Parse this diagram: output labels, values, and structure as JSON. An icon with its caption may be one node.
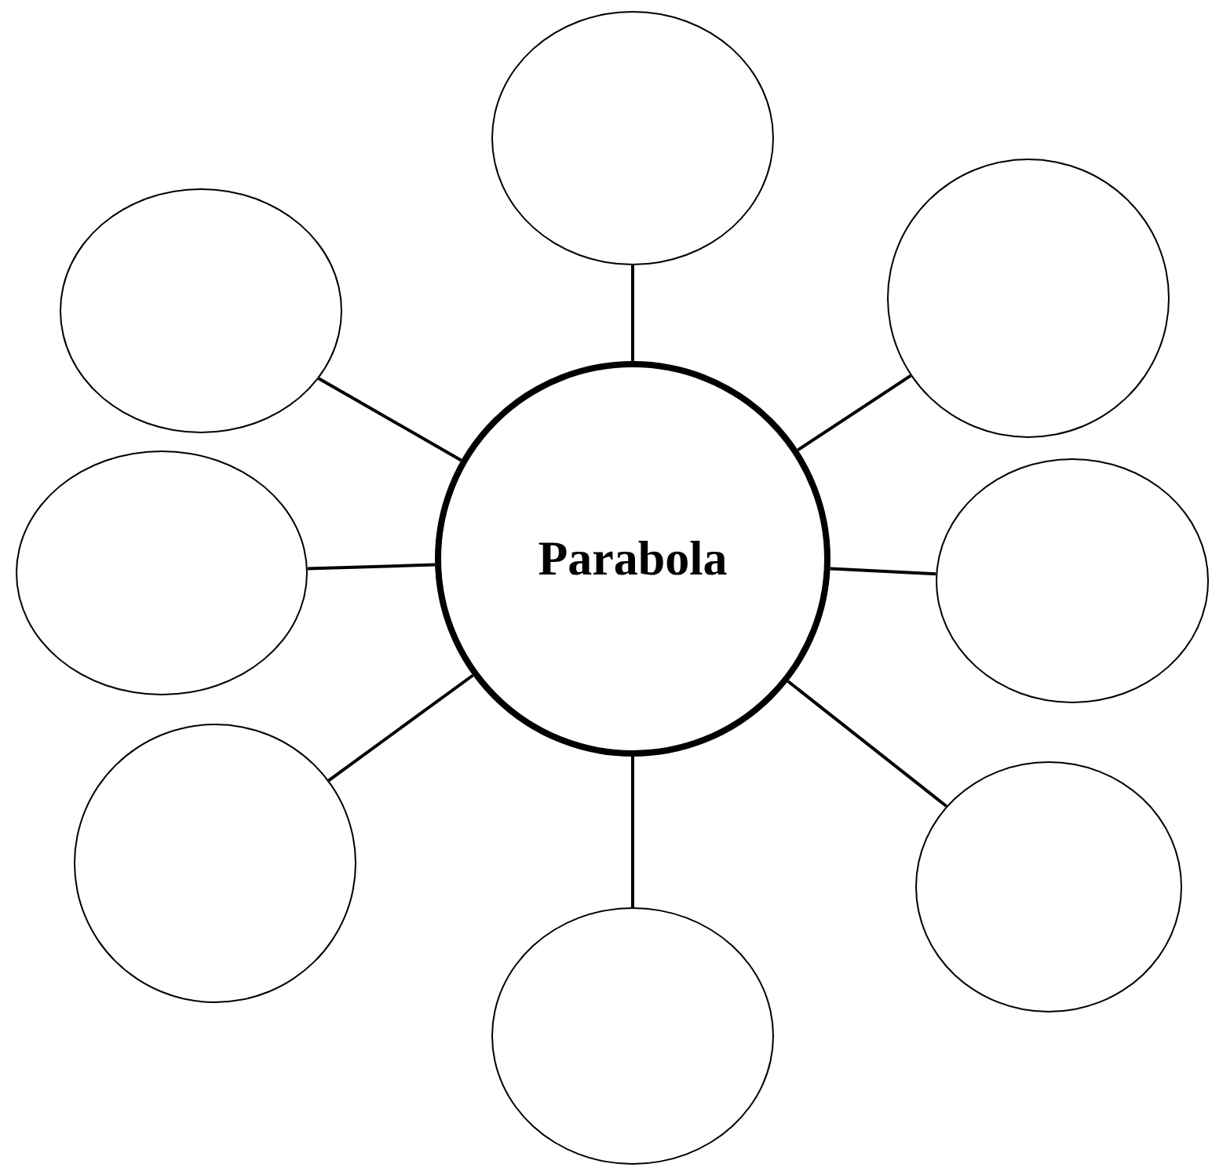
{
  "diagram": {
    "nodes": [
      {
        "text": [
          "Parabola"
        ]
      },
      {
        "text": [],
        "shape": "circle"
      },
      {
        "text": [],
        "shape": "circle"
      },
      {
        "text": [],
        "shape": "circle"
      },
      {
        "text": [],
        "shape": "circle"
      },
      {
        "text": [],
        "shape": "circle"
      },
      {
        "text": [],
        "shape": "circle"
      },
      {
        "text": [],
        "shape": "circle"
      },
      {
        "text": [],
        "shape": "circle"
      }
    ],
    "edges": [
      {
        "from": 0,
        "to": 1,
        "arrow": "none"
      },
      {
        "from": 0,
        "to": 2,
        "arrow": "none"
      },
      {
        "from": 0,
        "to": 3,
        "arrow": "none"
      },
      {
        "from": 0,
        "to": 4,
        "arrow": "none"
      },
      {
        "from": 0,
        "to": 5,
        "arrow": "none"
      },
      {
        "from": 0,
        "to": 6,
        "arrow": "none"
      },
      {
        "from": 0,
        "to": 7,
        "arrow": "none"
      },
      {
        "from": 0,
        "to": 8,
        "arrow": "none"
      }
    ]
  }
}
